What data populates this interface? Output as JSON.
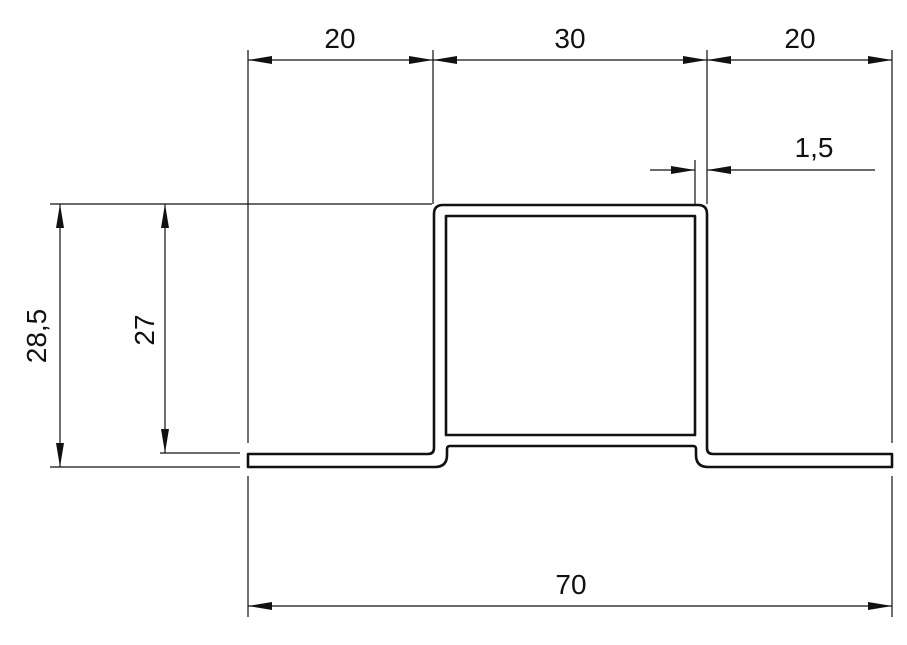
{
  "drawing": {
    "dimensions": {
      "top_left_width": "20",
      "top_center_width": "30",
      "top_right_width": "20",
      "wall_thickness": "1,5",
      "outer_height": "28,5",
      "inner_height": "27",
      "total_width": "70"
    }
  }
}
